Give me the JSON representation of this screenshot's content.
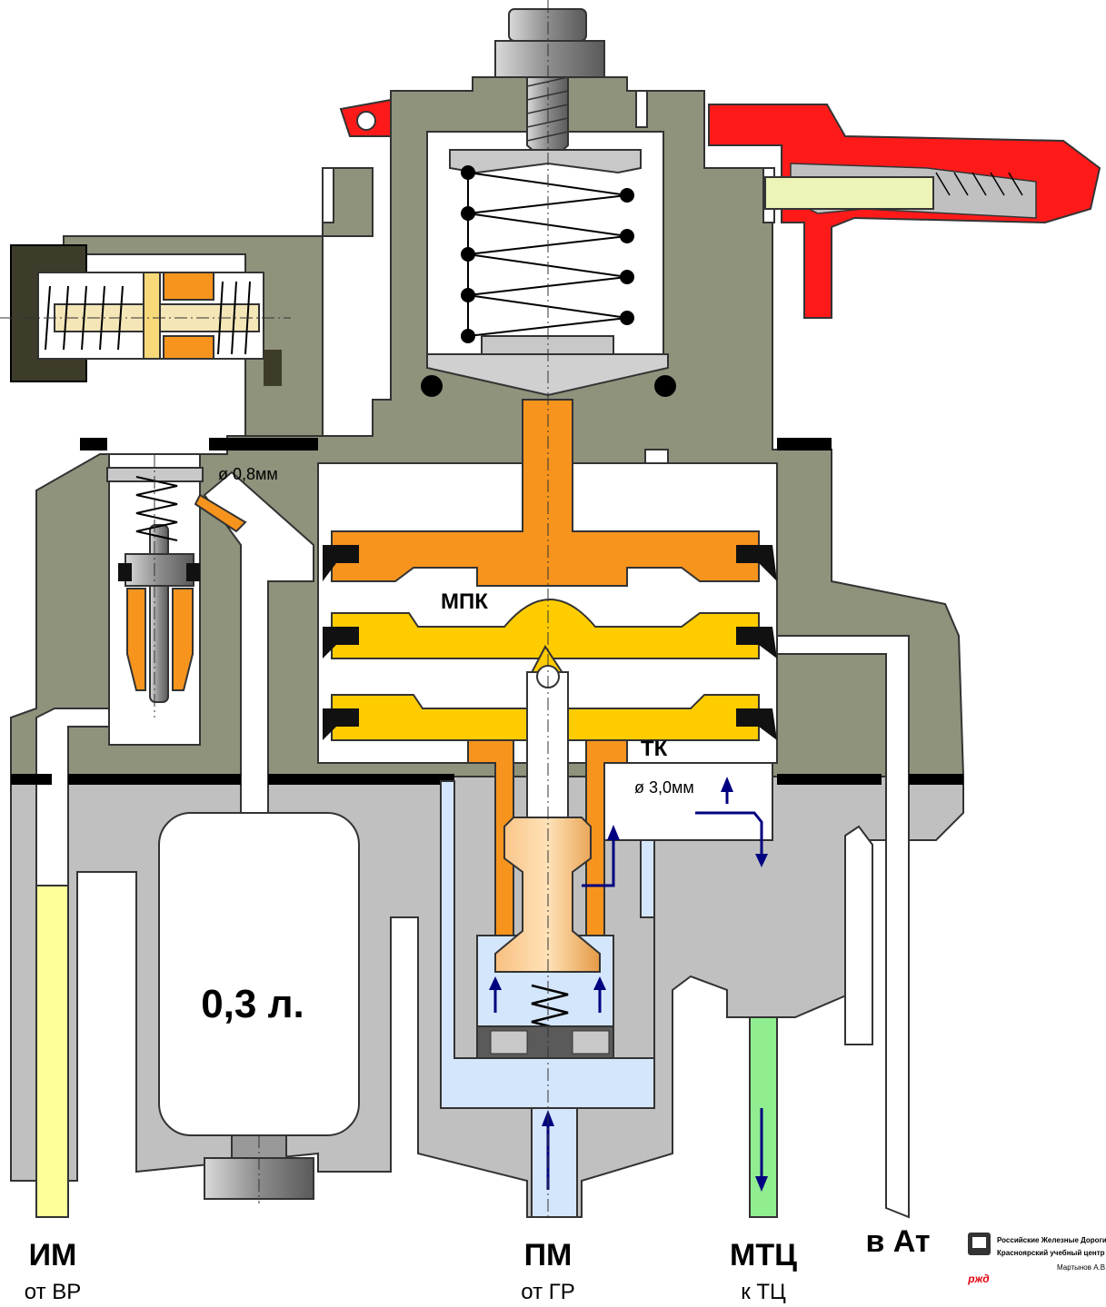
{
  "labels": {
    "mpk": "МПК",
    "tk": "ТК",
    "orifice_small": "ø 0,8мм",
    "orifice_large": "ø 3,0мм",
    "volume": "0,3 л."
  },
  "ports": {
    "im": {
      "name": "ИМ",
      "desc": "от ВР"
    },
    "pm": {
      "name": "ПМ",
      "desc": "от ГР"
    },
    "mtc": {
      "name": "МТЦ",
      "desc": "к ТЦ"
    },
    "at": {
      "name": "в Ат"
    }
  },
  "footer": {
    "org_line1": "Российские Железные Дороги",
    "org_line2": "Красноярский учебный центр",
    "logo_text": "ржд",
    "author": "Мартынов А.В."
  },
  "colors": {
    "body_dark": "#8f937c",
    "body_light": "#c0c0c0",
    "cavity": "#ffffff",
    "orange": "#f7941d",
    "yellow": "#ffcc00",
    "light_orange": "#f5b041",
    "im_line": "#ffff99",
    "mtc_line": "#90ee90",
    "pm_cavity": "#d4e6fb",
    "red_handle": "#ff1a1a",
    "arrow": "#000080"
  }
}
